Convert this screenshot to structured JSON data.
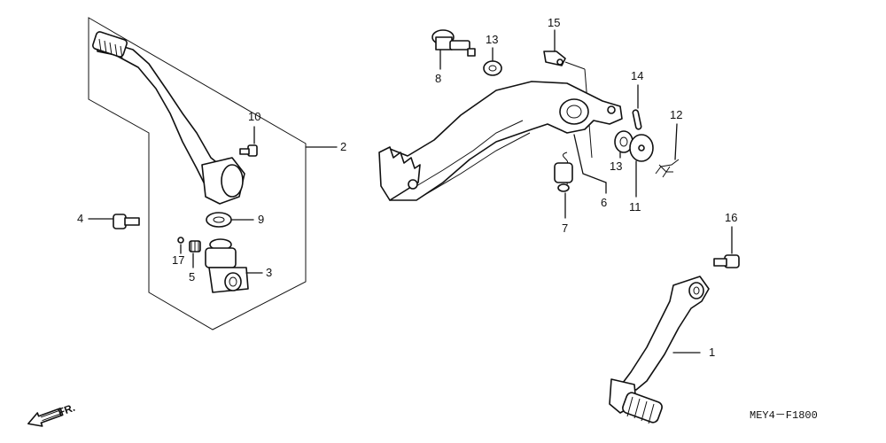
{
  "diagram": {
    "callouts": [
      {
        "id": "c1",
        "text": "1"
      },
      {
        "id": "c2",
        "text": "2"
      },
      {
        "id": "c3",
        "text": "3"
      },
      {
        "id": "c4",
        "text": "4"
      },
      {
        "id": "c5",
        "text": "5"
      },
      {
        "id": "c6",
        "text": "6"
      },
      {
        "id": "c7",
        "text": "7"
      },
      {
        "id": "c8",
        "text": "8"
      },
      {
        "id": "c9",
        "text": "9"
      },
      {
        "id": "c10",
        "text": "10"
      },
      {
        "id": "c11",
        "text": "11"
      },
      {
        "id": "c12",
        "text": "12"
      },
      {
        "id": "c13a",
        "text": "13"
      },
      {
        "id": "c13b",
        "text": "13"
      },
      {
        "id": "c14",
        "text": "14"
      },
      {
        "id": "c15",
        "text": "15"
      },
      {
        "id": "c16",
        "text": "16"
      },
      {
        "id": "c17",
        "text": "17"
      }
    ],
    "front_marker": "FR.",
    "drawing_code": "MEY4－F1800"
  }
}
